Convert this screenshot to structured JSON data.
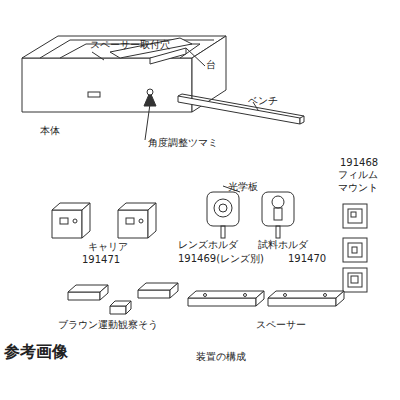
{
  "diagram": {
    "caption": "装置の構成",
    "labels": [
      "スペーサー取付穴",
      "台",
      "ベンチ",
      "本体",
      "角度調整ツマミ",
      "191468",
      "フィルム マウント",
      "光学板",
      "キャリア",
      "レンズホルダ",
      "試料ホルダ",
      "191471",
      "191469(レンズ別)",
      "191470",
      "ブラウン運動観察そう",
      "スペーサー",
      "参考画像"
    ]
  }
}
